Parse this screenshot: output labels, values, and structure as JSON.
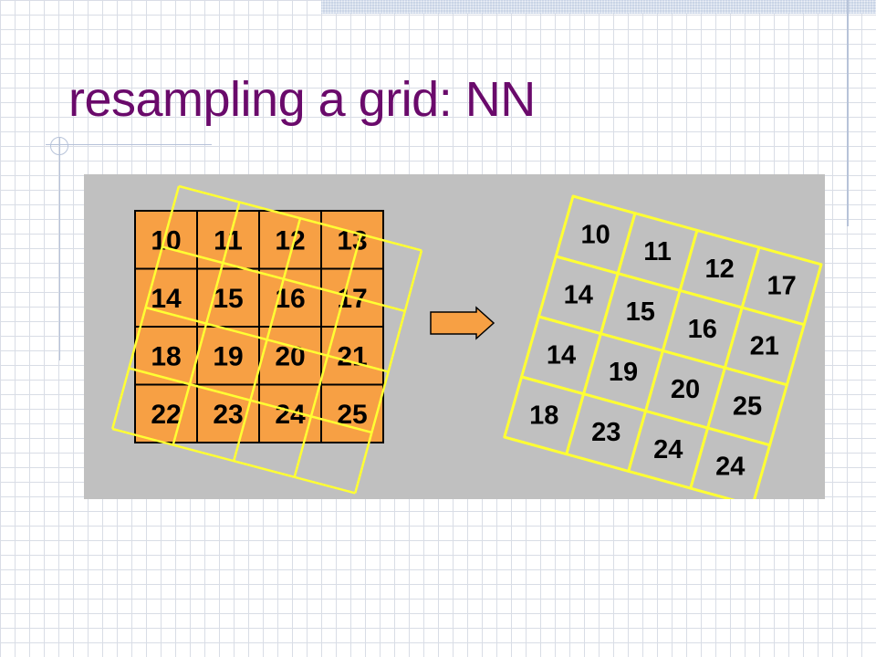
{
  "slide": {
    "title": "resampling a grid: NN"
  },
  "figure": {
    "source_grid": {
      "rows": [
        [
          "10",
          "11",
          "12",
          "13"
        ],
        [
          "14",
          "15",
          "16",
          "17"
        ],
        [
          "18",
          "19",
          "20",
          "21"
        ],
        [
          "22",
          "23",
          "24",
          "25"
        ]
      ]
    },
    "arrow_icon": "right-arrow-icon",
    "resampled_grid": {
      "rows": [
        [
          "10",
          "11",
          "12",
          "17"
        ],
        [
          "14",
          "15",
          "16",
          "21"
        ],
        [
          "14",
          "19",
          "20",
          "25"
        ],
        [
          "18",
          "23",
          "24",
          "24"
        ]
      ]
    },
    "colors": {
      "panel_background": "#c0c0c0",
      "source_cell_fill": "#f7a044",
      "grid_line": "#000000",
      "overlay_grid": "#ffff33",
      "resampled_cell_fill": "#c0c0c0",
      "arrow_fill": "#f7a044"
    }
  }
}
